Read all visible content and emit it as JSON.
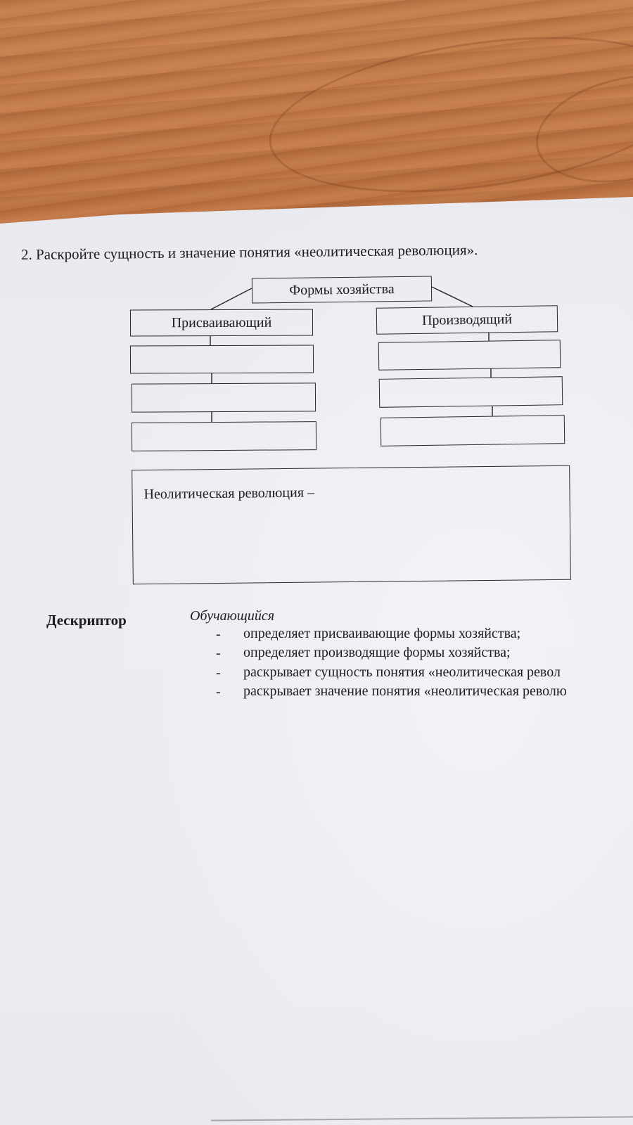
{
  "task": {
    "heading": "2. Раскройте сущность и значение понятия «неолитическая революция»."
  },
  "diagram": {
    "root": "Формы хозяйства",
    "left_branch": "Присваивающий",
    "right_branch": "Производящий",
    "left_blank_count": 3,
    "right_blank_count": 3
  },
  "definition": {
    "label": "Неолитическая революция –"
  },
  "descriptor": {
    "title": "Дескриптор",
    "subject": "Обучающийся",
    "items": [
      "определяет присваивающие формы хозяйства;",
      "определяет производящие формы хозяйства;",
      "раскрывает сущность понятия «неолитическая револ",
      "раскрывает значение понятия «неолитическая револю"
    ],
    "bullet": "-"
  }
}
